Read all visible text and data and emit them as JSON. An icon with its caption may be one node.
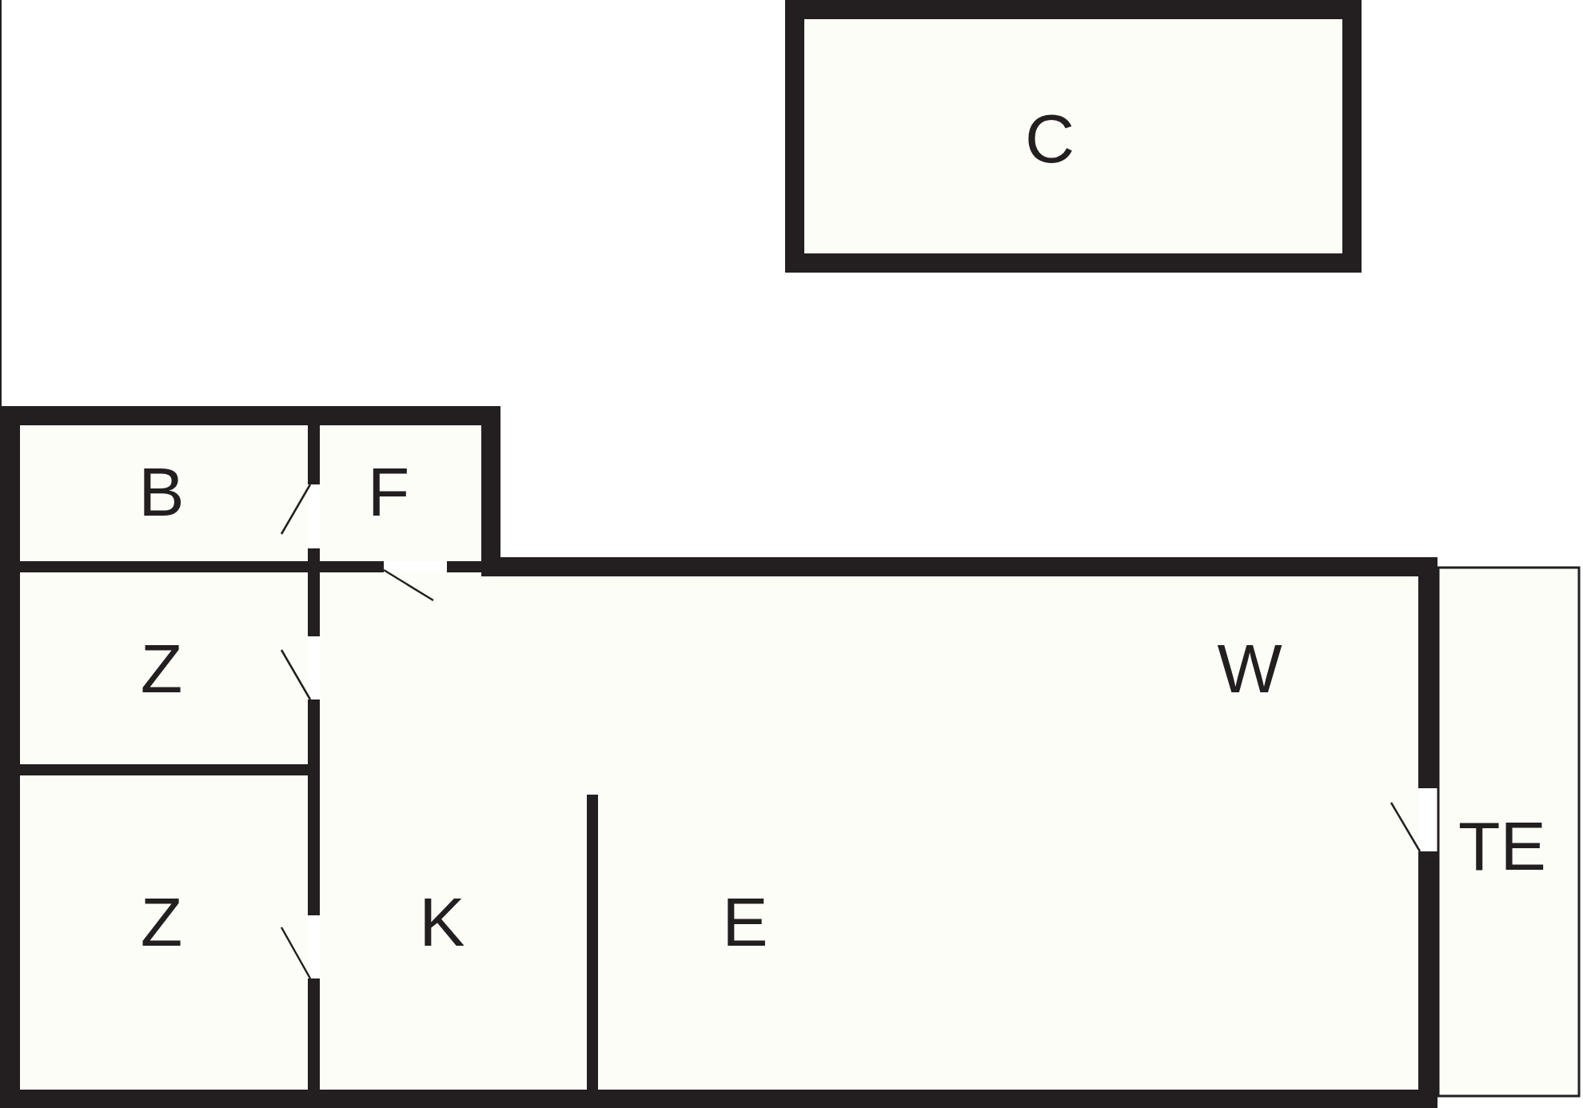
{
  "diagram": {
    "nodes": [
      {
        "text": [
          "C"
        ]
      },
      {
        "text": [
          "B"
        ]
      },
      {
        "text": [
          "F"
        ]
      },
      {
        "text": [
          "Z"
        ]
      },
      {
        "text": [
          "W",
          "K",
          "E"
        ]
      },
      {
        "text": [
          "Z"
        ]
      },
      {
        "text": [
          "TE"
        ]
      }
    ]
  }
}
